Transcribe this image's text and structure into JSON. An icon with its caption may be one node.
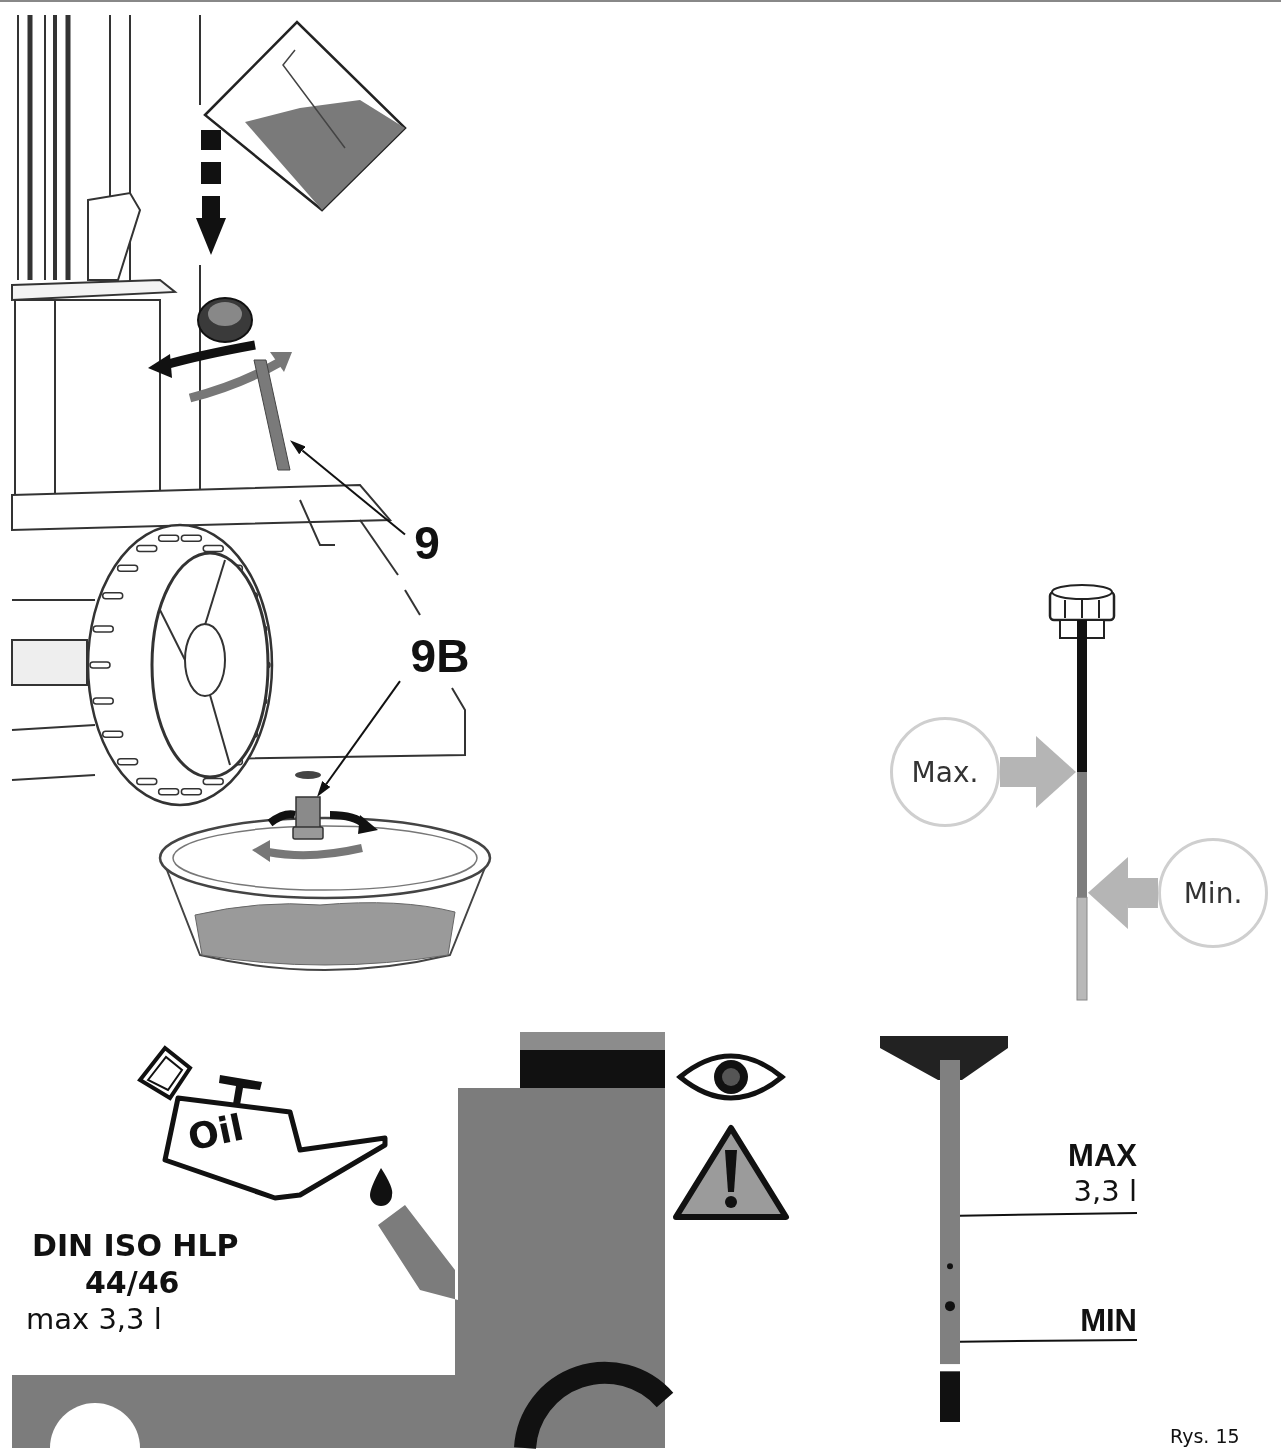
{
  "diagram": {
    "nodes": [
      {
        "text": [
          "9"
        ]
      },
      {
        "text": [],
        "shape": "bar"
      },
      {
        "text": [
          "9B"
        ]
      },
      {
        "text": [],
        "shape": "box"
      },
      {
        "text": [
          "Max."
        ]
      },
      {
        "text": [
          "Min."
        ]
      },
      {
        "text": [],
        "shape": "bar"
      },
      {
        "text": [
          "MAX",
          "3,3 l"
        ]
      },
      {
        "text": [
          "MIN"
        ]
      },
      {
        "text": [],
        "shape": "bar"
      }
    ],
    "edges": [
      {
        "from": 0,
        "to": 1,
        "arrow": "to"
      },
      {
        "from": 2,
        "to": 3,
        "arrow": "to"
      },
      {
        "from": 4,
        "to": 6,
        "arrow": "to",
        "style": "thick",
        "color": "#b5b5b5"
      },
      {
        "from": 5,
        "to": 6,
        "arrow": "to",
        "style": "thick",
        "color": "#b5b5b5"
      },
      {
        "from": 7,
        "to": 9,
        "arrow": "none"
      },
      {
        "from": 8,
        "to": 9,
        "arrow": "none"
      }
    ],
    "labels": [
      "Oil",
      "DIN ISO HLP",
      "44/46",
      "max 3,3 l",
      "Rys. 15"
    ]
  }
}
